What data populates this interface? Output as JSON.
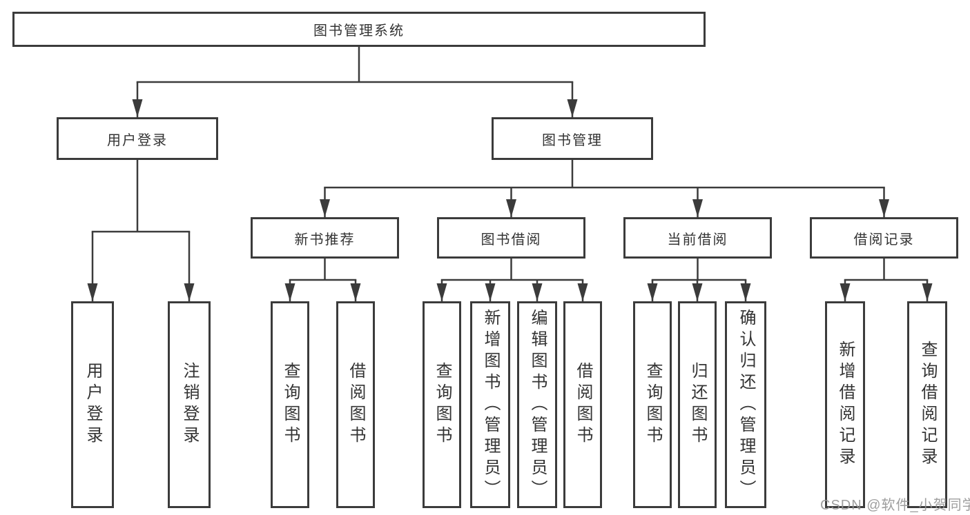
{
  "diagram": {
    "title": "图书管理系统",
    "nodes": {
      "root": {
        "label": "图书管理系统"
      },
      "user_login": {
        "label": "用户登录"
      },
      "book_mgmt": {
        "label": "图书管理"
      },
      "new_book_rec": {
        "label": "新书推荐"
      },
      "book_borrow": {
        "label": "图书借阅"
      },
      "current_borrow": {
        "label": "当前借阅"
      },
      "borrow_records": {
        "label": "借阅记录"
      },
      "leaf_user_login": {
        "label": "用户登录"
      },
      "leaf_logout": {
        "label": "注销登录"
      },
      "leaf_query_book_newrec": {
        "label": "查询图书"
      },
      "leaf_borrow_book_newrec": {
        "label": "借阅图书"
      },
      "leaf_query_book_borrow": {
        "label": "查询图书"
      },
      "leaf_add_book": {
        "label": "新增图书（管理员）"
      },
      "leaf_edit_book": {
        "label": "编辑图书（管理员）"
      },
      "leaf_borrow_book_borrow": {
        "label": "借阅图书"
      },
      "leaf_query_book_current": {
        "label": "查询图书"
      },
      "leaf_return_book": {
        "label": "归还图书"
      },
      "leaf_confirm_return": {
        "label": "确认归还（管理员）"
      },
      "leaf_add_borrow_record": {
        "label": "新增借阅记录"
      },
      "leaf_query_borrow_record": {
        "label": "查询借阅记录"
      }
    },
    "edges": [
      {
        "from": "图书管理系统",
        "to": [
          "用户登录",
          "图书管理"
        ]
      },
      {
        "from": "用户登录",
        "to": [
          "用户登录",
          "注销登录"
        ]
      },
      {
        "from": "图书管理",
        "to": [
          "新书推荐",
          "图书借阅",
          "当前借阅",
          "借阅记录"
        ]
      },
      {
        "from": "新书推荐",
        "to": [
          "查询图书",
          "借阅图书"
        ]
      },
      {
        "from": "图书借阅",
        "to": [
          "查询图书",
          "新增图书（管理员）",
          "编辑图书（管理员）",
          "借阅图书"
        ]
      },
      {
        "from": "当前借阅",
        "to": [
          "查询图书",
          "归还图书",
          "确认归还（管理员）"
        ]
      },
      {
        "from": "借阅记录",
        "to": [
          "新增借阅记录",
          "查询借阅记录"
        ]
      }
    ]
  },
  "watermark": {
    "text": "CSDN @软件_小贺同学"
  },
  "colors": {
    "line": "#3b3b3b",
    "border": "#3b3b3b",
    "text": "#333333",
    "watermark": "#949494",
    "background": "#ffffff"
  }
}
